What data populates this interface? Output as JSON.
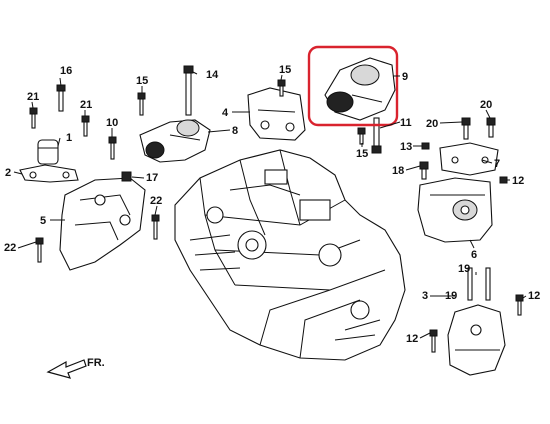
{
  "diagram": {
    "callouts": {
      "c1": "1",
      "c2": "2",
      "c3": "3",
      "c4": "4",
      "c5": "5",
      "c6": "6",
      "c7": "7",
      "c8": "8",
      "c9": "9",
      "c10": "10",
      "c11": "11",
      "c12a": "12",
      "c12b": "12",
      "c13": "13",
      "c14": "14",
      "c15a": "15",
      "c15b": "15",
      "c15c": "15",
      "c16": "16",
      "c17": "17",
      "c18": "18",
      "c19a": "19",
      "c19b": "19",
      "c20a": "20",
      "c20b": "20",
      "c21a": "21",
      "c21b": "21",
      "c22a": "22",
      "c22b": "22"
    },
    "front_arrow_label": "FR.",
    "highlight_color": "#d9232e"
  }
}
